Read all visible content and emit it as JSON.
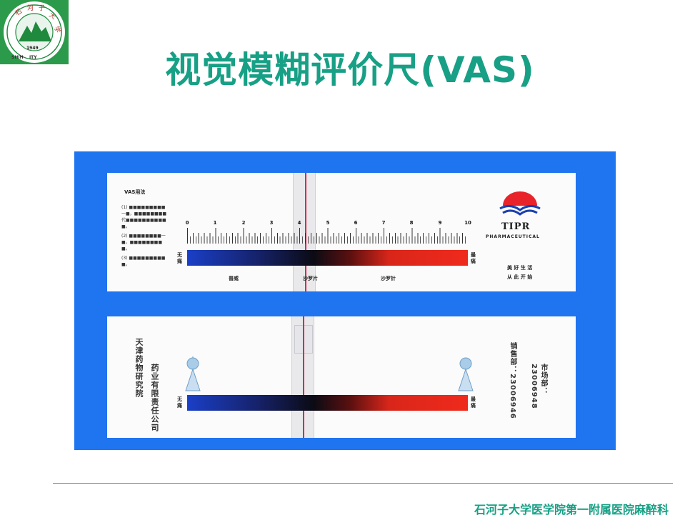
{
  "slide": {
    "title": "视觉模糊评价尺(VAS)",
    "footer": "石河子大学医学院第一附属医院麻醉科",
    "accent_color": "#17a085"
  },
  "logo": {
    "icon": "university-seal-icon",
    "year": "1949",
    "bottom_text": "SHIH    ITY"
  },
  "card_front": {
    "heading": "VAS用法",
    "instruction_lines": [
      "(1) ■■■■■■■■■",
      "一■，■■■■■■■■",
      "代■■■■■■■■■■",
      "■。",
      "(2) ■■■■■■■■一",
      "■，■■■■■■■■",
      "■。",
      "(3) ■■■■■■■■■",
      "■。"
    ],
    "scale_numbers": [
      "0",
      "1",
      "2",
      "3",
      "4",
      "5",
      "6",
      "7",
      "8",
      "9",
      "10"
    ],
    "left_label": "无痛",
    "right_label": "最痛",
    "marker_labels": [
      "普威",
      "沙罗片",
      "沙罗针"
    ],
    "brand": "TIPR",
    "brand_sub": "PHARMACEUTICAL",
    "slogan_line1": "美 好 生 活",
    "slogan_line2": "从 此 开 始"
  },
  "card_back": {
    "org": "天津药物研究院",
    "company": "药业有限责任公司",
    "left_label": "无痛",
    "right_label": "最痛",
    "sales": "销售部：23006946",
    "market": "市场部：23006948"
  }
}
